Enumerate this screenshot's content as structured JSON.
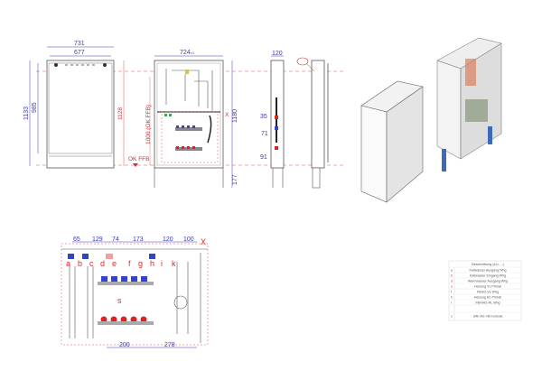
{
  "front_view": {
    "width_outer": "731",
    "width_inner": "677",
    "height_outer": "1133",
    "height_inner": "985"
  },
  "open_view": {
    "width": "724",
    "width_suffix": "±1",
    "height_red": "1128",
    "height_total": "1180",
    "height_ffb": "1000 (OK FFB)",
    "ok_ffb": "OK FFB",
    "foot": "177",
    "x_mark": "X"
  },
  "side_view": {
    "depth": "120",
    "d1": "35",
    "d2": "71",
    "d3": "91"
  },
  "detail_view": {
    "top_dims": [
      "65",
      "129",
      "74",
      "173",
      "120",
      "100"
    ],
    "bottom_dims": [
      "200",
      "278"
    ],
    "letters": [
      "a",
      "b",
      "c",
      "d",
      "e",
      "f",
      "g",
      "h",
      "i",
      "k"
    ],
    "manifold_label": "s",
    "x_mark": "X"
  },
  "legend": {
    "header": "Beschreibung (a,b,....)",
    "rows": [
      {
        "key": "a",
        "text": "Kaltwasser Ausgang Whg"
      },
      {
        "key": "b",
        "text": "Kaltwasser Eingang Whg"
      },
      {
        "key": "d",
        "text": "Warmwasser Ausgang Whg"
      },
      {
        "key": "e",
        "text": "Heizung VL Primär"
      },
      {
        "key": "f",
        "text": "FBH/2-VL Whg"
      },
      {
        "key": "h",
        "text": "Heizung RL Primär"
      },
      {
        "key": "i",
        "text": "FBH/HZ-RL Whg"
      },
      {
        "key": "s",
        "text": "SAF AG mit Konsole"
      }
    ]
  },
  "colors": {
    "dimension": "#3a3ab0",
    "reference": "#d03030",
    "blue_valve": "#3344cc",
    "red_valve": "#dd2222",
    "mount": "#3a6ab8"
  }
}
